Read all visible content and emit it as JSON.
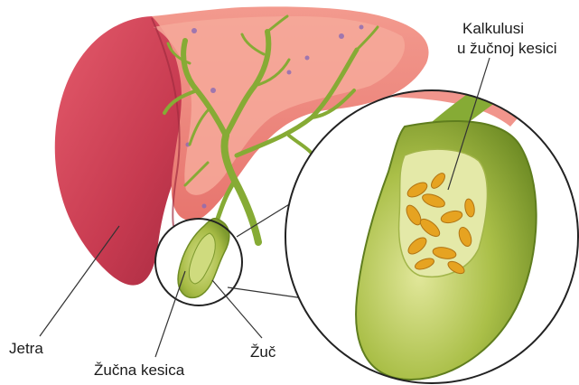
{
  "labels": {
    "liver": "Jetra",
    "gallbladder": "Žučna kesica",
    "bile": "Žuč",
    "gallstones_line1": "Kalkulusi",
    "gallstones_line2": "u žučnoj kesici"
  },
  "colors": {
    "liver_dark": "#b8334a",
    "liver_mid": "#d94a5e",
    "liver_light": "#f08a84",
    "liver_inner": "#f6a99a",
    "bile_duct": "#8fb33a",
    "gallbladder_outer": "#9bb23c",
    "gallbladder_inner": "#c8d77a",
    "gallstones": "#e6a321",
    "line": "#333333"
  },
  "icons": [
    "liver-illustration",
    "gallbladder-illustration",
    "magnifier-circle",
    "gallstones-illustration"
  ]
}
